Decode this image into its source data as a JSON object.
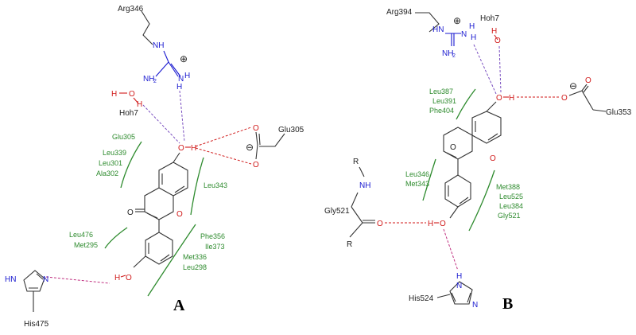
{
  "panel_a": {
    "label": "A",
    "arg": "Arg346",
    "hoh": "Hoh7",
    "glu": "Glu305",
    "his": "His475",
    "residues_green": {
      "g1": [
        "Glu305",
        "Leu339",
        "Leu301",
        "Ala302"
      ],
      "g2": [
        "Leu343"
      ],
      "g3": [
        "Leu476",
        "Met295"
      ],
      "g4": [
        "Phe356",
        "Ile373",
        "Met336",
        "Leu298"
      ]
    },
    "atoms": {
      "nh": "NH",
      "nh2": "NH",
      "h_top": "H",
      "plus": "⊕",
      "h2o_h": "H",
      "h2o_o": "O",
      "h2o_h2": "H",
      "oh_o": "O",
      "oh_h": "H",
      "glu_o1": "O",
      "glu_o2": "O",
      "minus": "⊖",
      "carbonyl_o": "O",
      "ring_o": "O",
      "his_hn": "HN",
      "his_n": "N",
      "phenol_h": "H",
      "phenol_o": "O"
    }
  },
  "panel_b": {
    "label": "B",
    "arg": "Arg394",
    "hoh": "Hoh7",
    "glu": "Glu353",
    "gly": "Gly521",
    "his": "His524",
    "residues_green": {
      "g1": [
        "Leu387",
        "Leu391",
        "Phe404"
      ],
      "g2": [
        "Leu346",
        "Met343"
      ],
      "g3": [
        "Met388",
        "Leu525",
        "Leu384",
        "Gly521"
      ]
    },
    "atoms": {
      "hn": "HN",
      "nh2": "NH",
      "n": "N",
      "h": "H",
      "plus": "⊕",
      "h2o_h": "H",
      "h2o_o": "O",
      "oh_o": "O",
      "oh_h": "H",
      "glu_o1": "O",
      "glu_o2": "O",
      "minus": "⊖",
      "carbonyl_o": "O",
      "ring_o": "O",
      "r1": "R",
      "r2": "R",
      "gly_nh": "NH",
      "gly_o": "O",
      "phenol_h": "H",
      "phenol_o": "O",
      "his_h": "H",
      "his_n": "N",
      "his_n2": "N"
    }
  }
}
